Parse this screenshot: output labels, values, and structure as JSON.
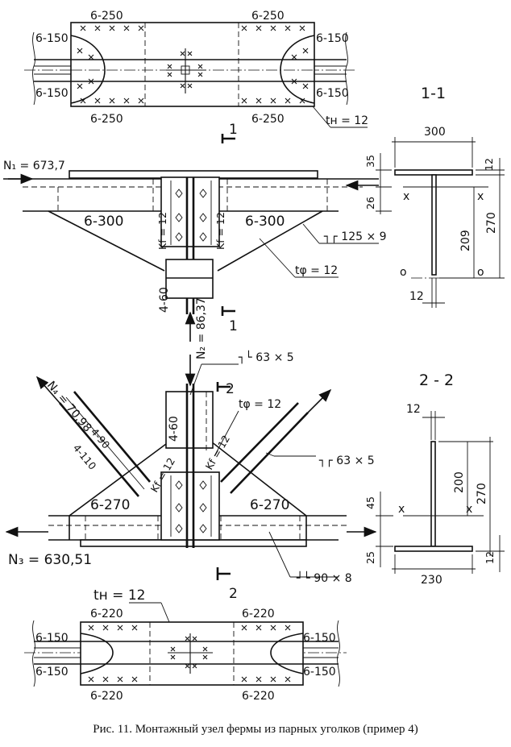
{
  "caption": "Рис. 11. Монтажный узел фермы из парных уголков (пример 4)",
  "top_plan": {
    "weld_top_left": "6-250",
    "weld_top_right": "6-250",
    "weld_bottom_left": "6-250",
    "weld_bottom_right": "6-250",
    "weld_left_upper": "6-150",
    "weld_left_lower": "6-150",
    "weld_right_upper": "6-150",
    "weld_right_lower": "6-150",
    "plate_thickness": "tн = 12"
  },
  "upper_node": {
    "force_n1": "N₁ = 673,7",
    "force_n2": "N₂ = 86,37",
    "weld_left": "6-300",
    "weld_right": "6-300",
    "kf_left": "Kf = 12",
    "kf_right": "Kf = 12",
    "angle_profile": "┐┌ 125 × 9",
    "gusset_thickness": "tφ = 12",
    "weld_post": "4-60",
    "section_mark": "1"
  },
  "section_1": {
    "title": "1-1",
    "flange_width": "300",
    "flange_thk": "12",
    "top_dim": "35",
    "mid_dim": "26",
    "web_height": "209",
    "total_height": "270",
    "web_thk": "12",
    "axis_x": "x",
    "axis_o": "o"
  },
  "lower_node": {
    "force_n4": "N₄ = 70,98",
    "force_n3": "N₃ = 630,51",
    "angle_post": "┐└ 63 × 5",
    "angle_diag": "┐┌ 63 × 5",
    "angle_chord": "┘└ 90 × 8",
    "gusset_thickness": "tφ = 12",
    "weld_post": "4-60",
    "weld_diag_a": "4-90",
    "weld_diag_b": "4-110",
    "kf_left": "Kf = 12",
    "kf_right": "Kf = 12",
    "weld_left": "6-270",
    "weld_right": "6-270",
    "section_mark": "2"
  },
  "section_2": {
    "title": "2 - 2",
    "web_thk": "12",
    "web_height": "200",
    "total_height": "270",
    "low_dim": "45",
    "bottom_dim": "25",
    "flange_width": "230",
    "flange_thk": "12",
    "axis_x": "x"
  },
  "bottom_plan": {
    "plate_thickness": "tн = 12",
    "weld_top_left": "6-220",
    "weld_top_right": "6-220",
    "weld_bottom_left": "6-220",
    "weld_bottom_right": "6-220",
    "weld_left_upper": "6-150",
    "weld_left_lower": "6-150",
    "weld_right_upper": "6-150",
    "weld_right_lower": "6-150"
  }
}
